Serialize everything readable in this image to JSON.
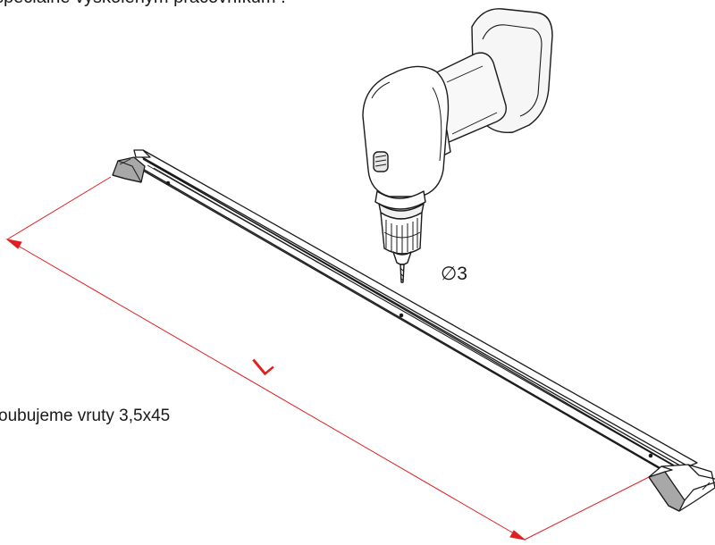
{
  "top_caption": "speciálně vyškoleným pracovníkům .",
  "screw_text": "oubujeme vruty 3,5x45",
  "drill_bit_label": "∅3",
  "dimension_label": "L",
  "colors": {
    "dimension": "#e02020",
    "line": "#1a1a1a",
    "shade": "#a8a8a8",
    "drill_body": "#f4f4f4"
  },
  "icons": [
    "drill-icon",
    "rail-icon",
    "dimension-arrow-icon"
  ]
}
